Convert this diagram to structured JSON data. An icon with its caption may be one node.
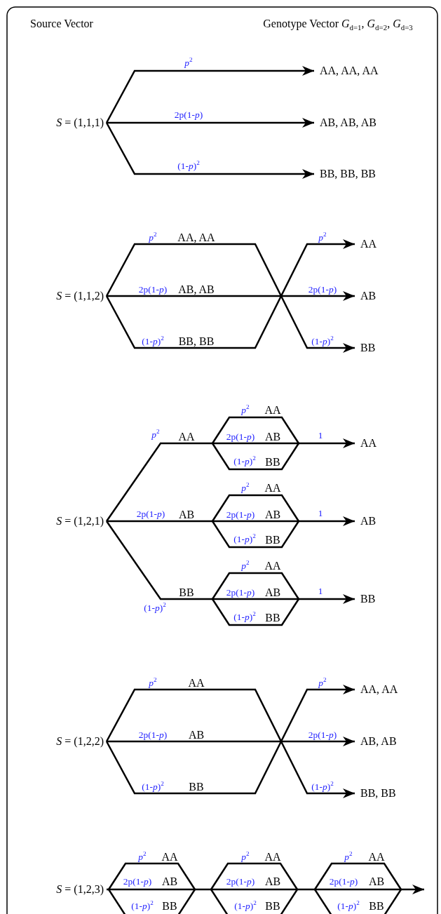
{
  "diagram": {
    "nodes": [
      {
        "text": [
          "*S* = (1,1,1)"
        ]
      },
      {
        "text": [
          "AA, AA, AA"
        ]
      },
      {
        "text": [
          "AB, AB, AB"
        ]
      },
      {
        "text": [
          "BB, BB, BB"
        ]
      },
      {
        "text": [
          "*S* = (1,1,2)"
        ]
      },
      {
        "text": [
          "AA"
        ]
      },
      {
        "text": [
          "AB"
        ]
      },
      {
        "text": [
          "BB"
        ]
      },
      {
        "text": [
          "*S* = (1,2,1)"
        ]
      },
      {
        "text": [
          "AA"
        ]
      },
      {
        "text": [
          "AB"
        ]
      },
      {
        "text": [
          "BB"
        ]
      },
      {
        "text": [
          "*S* = (1,2,2)"
        ]
      },
      {
        "text": [
          "AA, AA"
        ]
      },
      {
        "text": [
          "AB, AB"
        ]
      },
      {
        "text": [
          "BB, BB"
        ]
      },
      {
        "text": [
          "*S* = (1,2,3)"
        ]
      }
    ],
    "edges": [
      {
        "from": 0,
        "to": 1,
        "arrow": "to",
        "label": "*p*$^{2}$"
      },
      {
        "from": 0,
        "to": 2,
        "arrow": "to",
        "label": "2p(1-*p*)"
      },
      {
        "from": 0,
        "to": 3,
        "arrow": "to",
        "label": "(1-*p*)$^{2}$"
      },
      {
        "from": 4,
        "to": 5,
        "arrow": "to"
      },
      {
        "from": 4,
        "to": 6,
        "arrow": "to"
      },
      {
        "from": 4,
        "to": 7,
        "arrow": "to"
      },
      {
        "from": 8,
        "to": 9,
        "arrow": "to"
      },
      {
        "from": 8,
        "to": 10,
        "arrow": "to"
      },
      {
        "from": 8,
        "to": 11,
        "arrow": "to"
      },
      {
        "from": 12,
        "to": 13,
        "arrow": "to"
      },
      {
        "from": 12,
        "to": 14,
        "arrow": "to"
      },
      {
        "from": 12,
        "to": 15,
        "arrow": "to"
      },
      {
        "from": 16,
        "to": null,
        "arrow": "to"
      }
    ],
    "labels": [
      "Source Vector",
      "Genotype Vector *G*$_{d=1}$, *G*$_{d=2}$, *G*$_{d=3}$",
      "*p*$^{2}$",
      "AA, AA",
      "*p*$^{2}$",
      "2p(1-*p*)",
      "AB, AB",
      "2p(1-*p*)",
      "(1-*p*)$^{2}$",
      "BB, BB",
      "(1-*p*)$^{2}$",
      "*p*$^{2}$",
      "AA",
      "*p*$^{2}$",
      "AA",
      "2p(1-*p*)",
      "AB",
      "1",
      "(1-*p*)$^{2}$",
      "BB",
      "*p*$^{2}$",
      "AA",
      "2p(1-*p*)",
      "AB",
      "2p(1-*p*)",
      "AB",
      "1",
      "(1-*p*)$^{2}$",
      "BB",
      "*p*$^{2}$",
      "AA",
      "BB",
      "2p(1-*p*)",
      "AB",
      "1",
      "(1-*p*)$^{2}$",
      "(1-*p*)$^{2}$",
      "BB",
      "*p*$^{2}$",
      "AA",
      "*p*$^{2}$",
      "2p(1-*p*)",
      "AB",
      "2p(1-*p*)",
      "(1-*p*)$^{2}$",
      "BB",
      "(1-*p*)$^{2}$",
      "*p*$^{2}$",
      "AA",
      "*p*$^{2}$",
      "AA",
      "*p*$^{2}$",
      "AA",
      "2p(1-*p*)",
      "AB",
      "2p(1-*p*)",
      "AB",
      "2p(1-*p*)",
      "AB",
      "(1-*p*)$^{2}$",
      "BB",
      "(1-*p*)$^{2}$",
      "BB",
      "(1-*p*)$^{2}$",
      "BB"
    ]
  }
}
